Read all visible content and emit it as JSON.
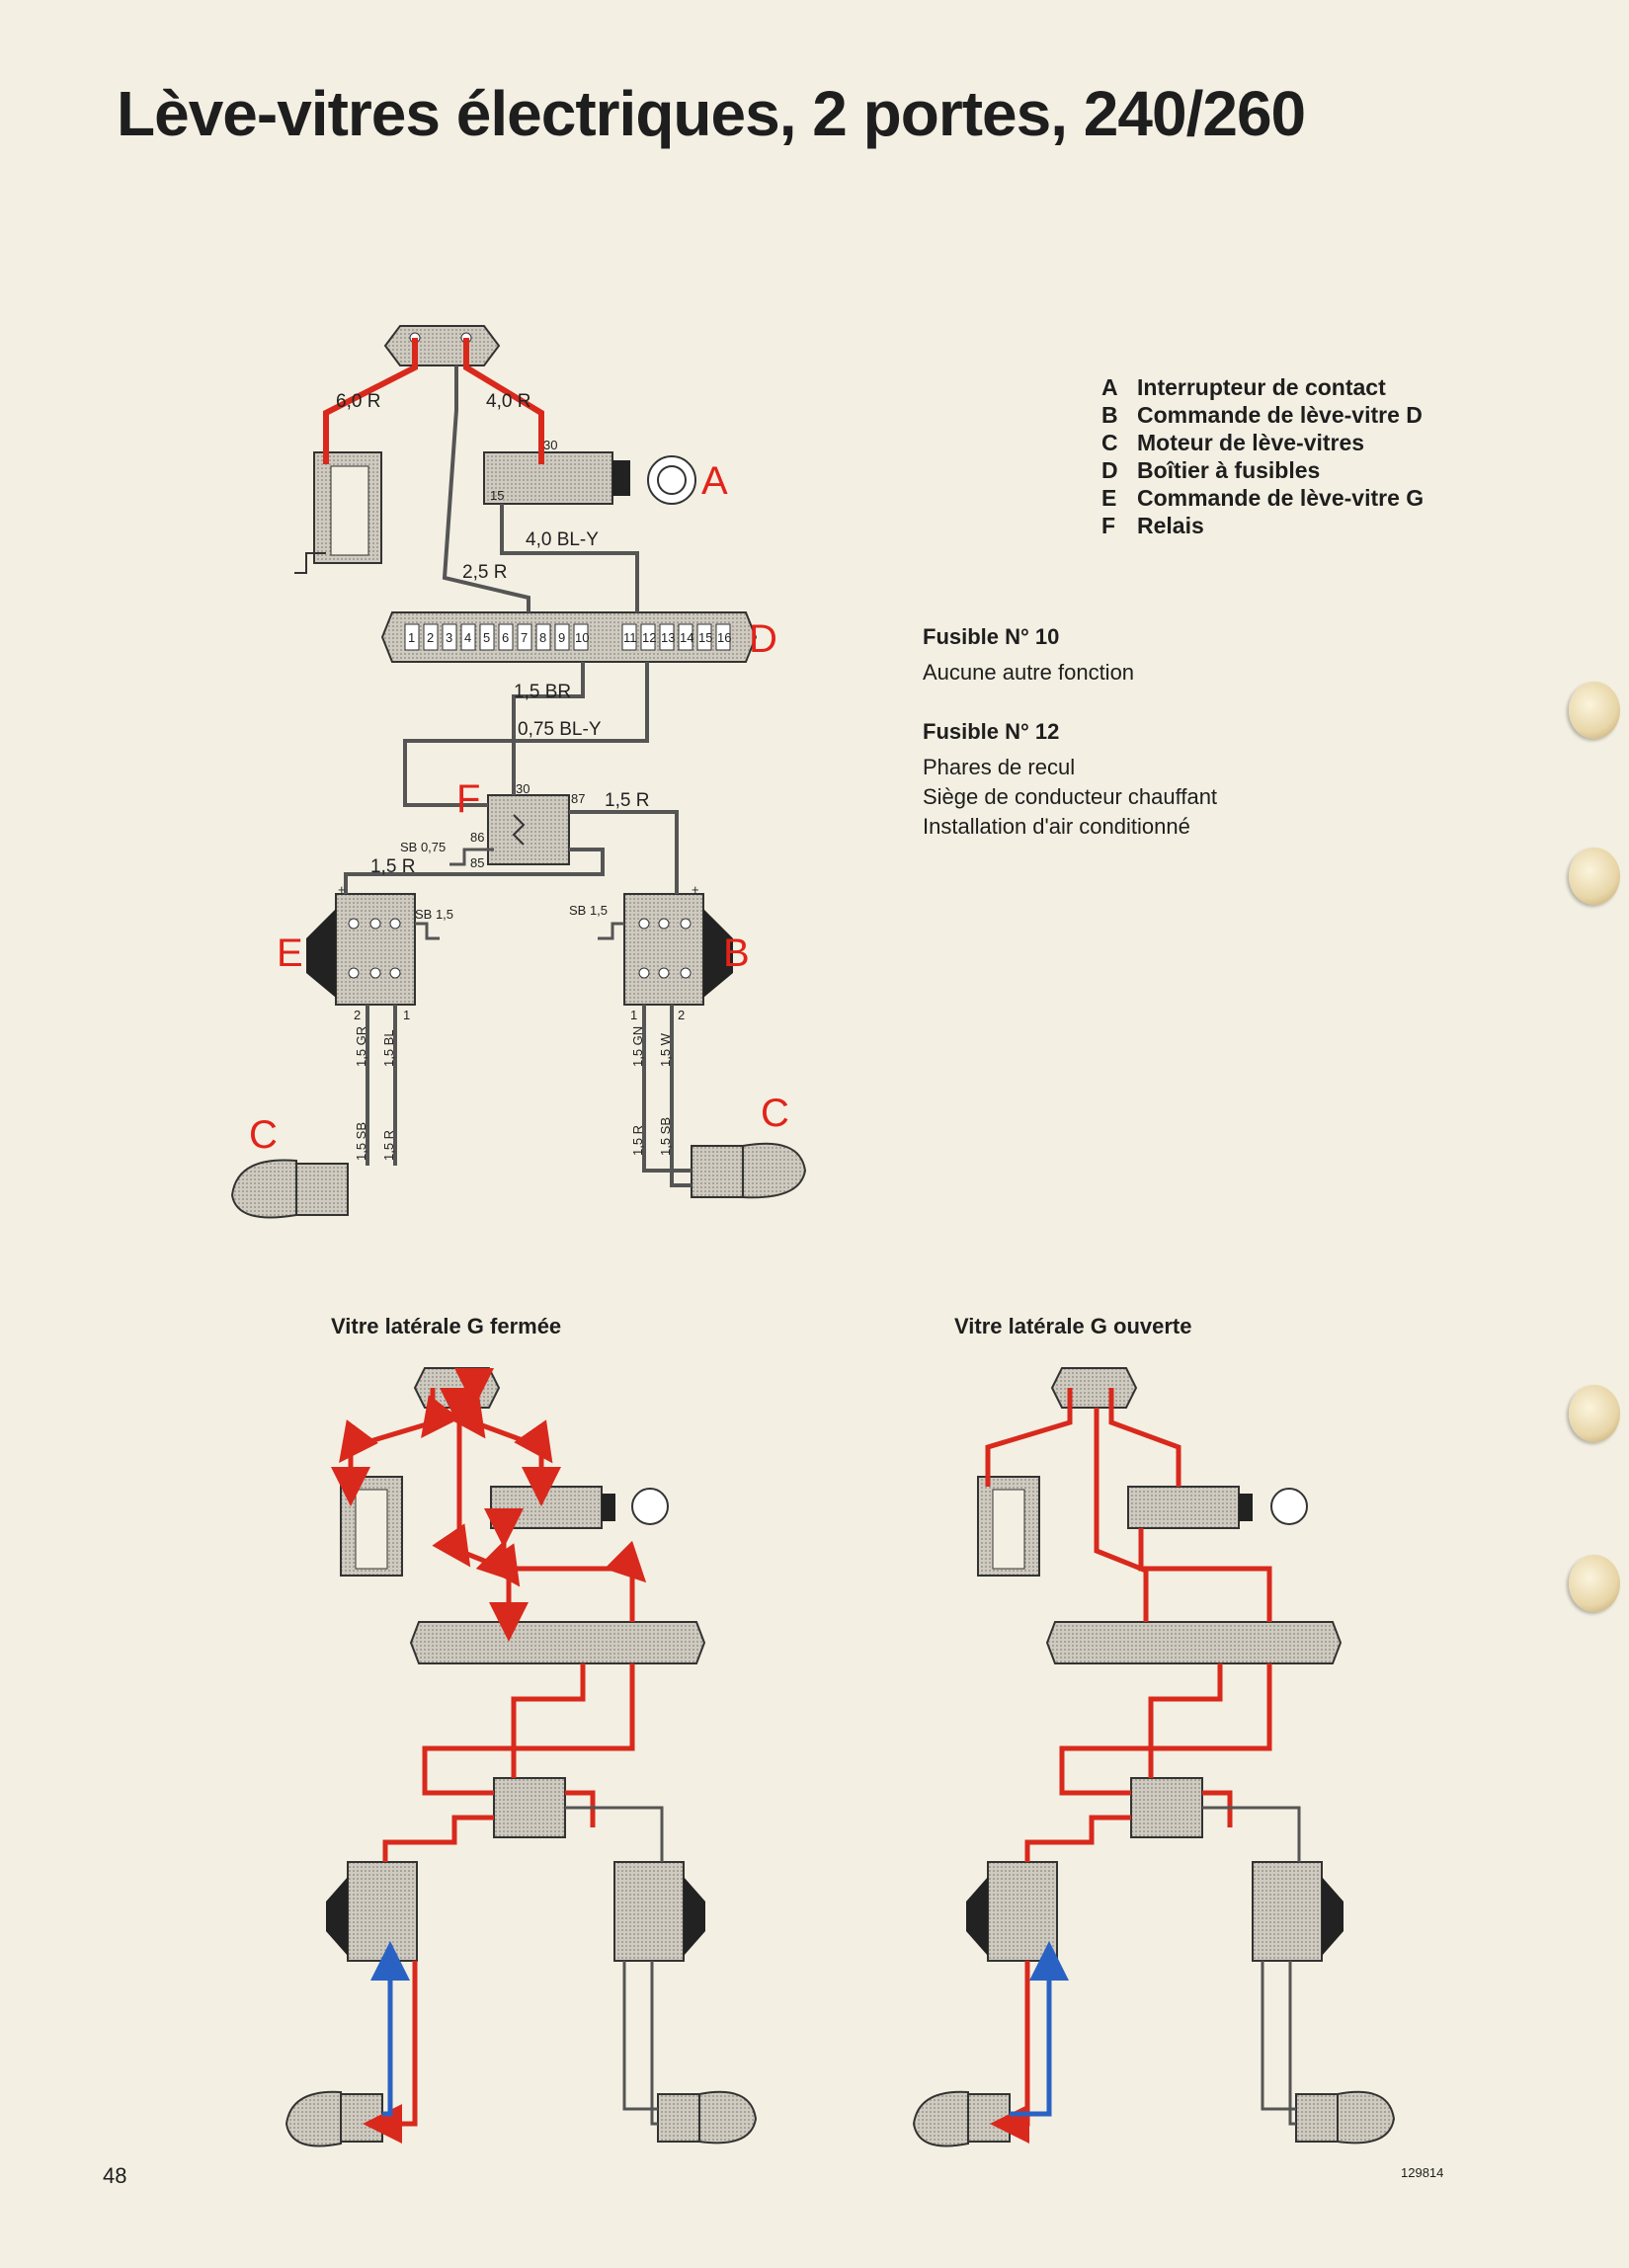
{
  "title": "Lève-vitres électriques, 2 portes, 240/260",
  "legend": [
    {
      "key": "A",
      "text": "Interrupteur de contact"
    },
    {
      "key": "B",
      "text": "Commande de lève-vitre D"
    },
    {
      "key": "C",
      "text": "Moteur de lève-vitres"
    },
    {
      "key": "D",
      "text": "Boîtier à fusibles"
    },
    {
      "key": "E",
      "text": "Commande de lève-vitre G"
    },
    {
      "key": "F",
      "text": "Relais"
    }
  ],
  "fuses": [
    {
      "title": "Fusible N° 10",
      "lines": [
        "Aucune autre fonction"
      ]
    },
    {
      "title": "Fusible N° 12",
      "lines": [
        "Phares de recul",
        "Siège de conducteur chauffant",
        "Installation d'air conditionné"
      ]
    }
  ],
  "component_labels": {
    "A": "A",
    "B": "B",
    "C": "C",
    "D": "D",
    "E": "E",
    "F": "F"
  },
  "wire_labels": {
    "w60r": "6,0 R",
    "w40r": "4,0 R",
    "w40bly": "4,0 BL-Y",
    "w25r": "2,5 R",
    "w15br": "1,5 BR",
    "w075bly": "0,75 BL-Y",
    "w15r_relay": "1,5 R",
    "sb075": "SB 0,75",
    "w15r_e": "1,5 R",
    "sb15_e": "SB 1,5",
    "sb15_b": "SB 1,5",
    "e_gr": "1,5 GR",
    "e_bl": "1,5 BL",
    "e_sb": "1,5 SB",
    "e_r": "1,5 R",
    "b_gn": "1,5 GN",
    "b_w": "1,5 W",
    "b_r": "1,5 R",
    "b_sb": "1,5 SB"
  },
  "terminal_labels": {
    "t30": "30",
    "t15": "15",
    "t87": "87",
    "t86": "86",
    "t85": "85",
    "t1": "1",
    "t2": "2",
    "plus": "+",
    "minus": "-"
  },
  "fuse_box_numbers": [
    "1",
    "2",
    "3",
    "4",
    "5",
    "6",
    "7",
    "8",
    "9",
    "10",
    "11",
    "12",
    "13",
    "14",
    "15",
    "16"
  ],
  "subtitles": {
    "closed": "Vitre latérale G fermée",
    "open": "Vitre latérale G ouverte"
  },
  "page_number": "48",
  "reference": "129814",
  "colors": {
    "wire_red": "#d8291c",
    "wire_blue": "#2a62c4",
    "label_red": "#e2231a",
    "paper": "#f3efe2"
  }
}
